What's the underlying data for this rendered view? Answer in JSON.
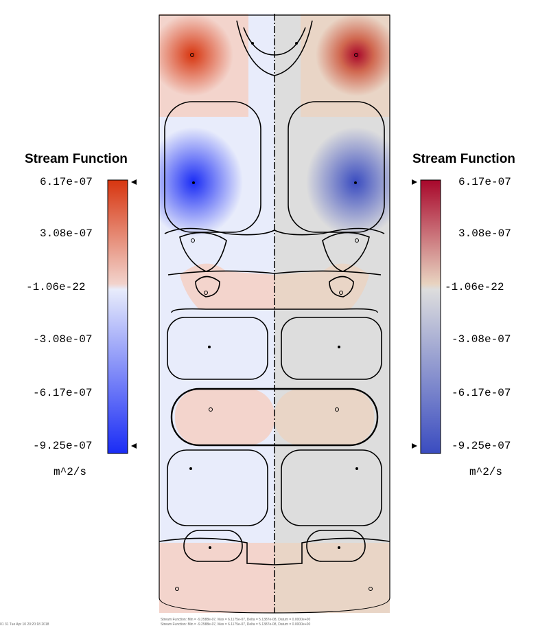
{
  "chart_data": {
    "type": "heatmap",
    "title": "Stream Function",
    "units": "m^2/s",
    "variable": "Stream Function",
    "colorbars": [
      {
        "side": "left",
        "title": "Stream Function",
        "units": "m^2/s",
        "ticks": [
          "6.17e-07",
          "3.08e-07",
          "-1.06e-22",
          "-3.08e-07",
          "-6.17e-07",
          "-9.25e-07"
        ],
        "colormap": [
          "#1a2cf5",
          "#e8ecfb",
          "#f2d3cc",
          "#d7350f"
        ]
      },
      {
        "side": "right",
        "title": "Stream Function",
        "units": "m^2/s",
        "ticks": [
          "6.17e-07",
          "3.08e-07",
          "-1.06e-22",
          "-3.08e-07",
          "-6.17e-07",
          "-9.25e-07"
        ],
        "colormap": [
          "#3a4cc0",
          "#dddddd",
          "#e8d3c0",
          "#b40426"
        ]
      }
    ],
    "range": [
      -9.25e-07,
      6.17e-07
    ],
    "stats": {
      "min": "-9.2588e-07",
      "max": "6.1175e-07",
      "delta": "5.1387e-08",
      "datum": "0.0000e+00"
    }
  },
  "footer": {
    "timestamp": "01 31 Tue Apr 10 20:20:18 2018",
    "stats_line_1": "Stream Function: Min = -9.2588e-07, Max = 6.1175e-07, Delta = 5.1387e-08, Datum = 0.0000e+00",
    "stats_line_2": "Stream Function: Min = -9.2588e-07, Max = 6.1175e-07, Delta = 5.1387e-08, Datum = 0.0000e+00"
  }
}
